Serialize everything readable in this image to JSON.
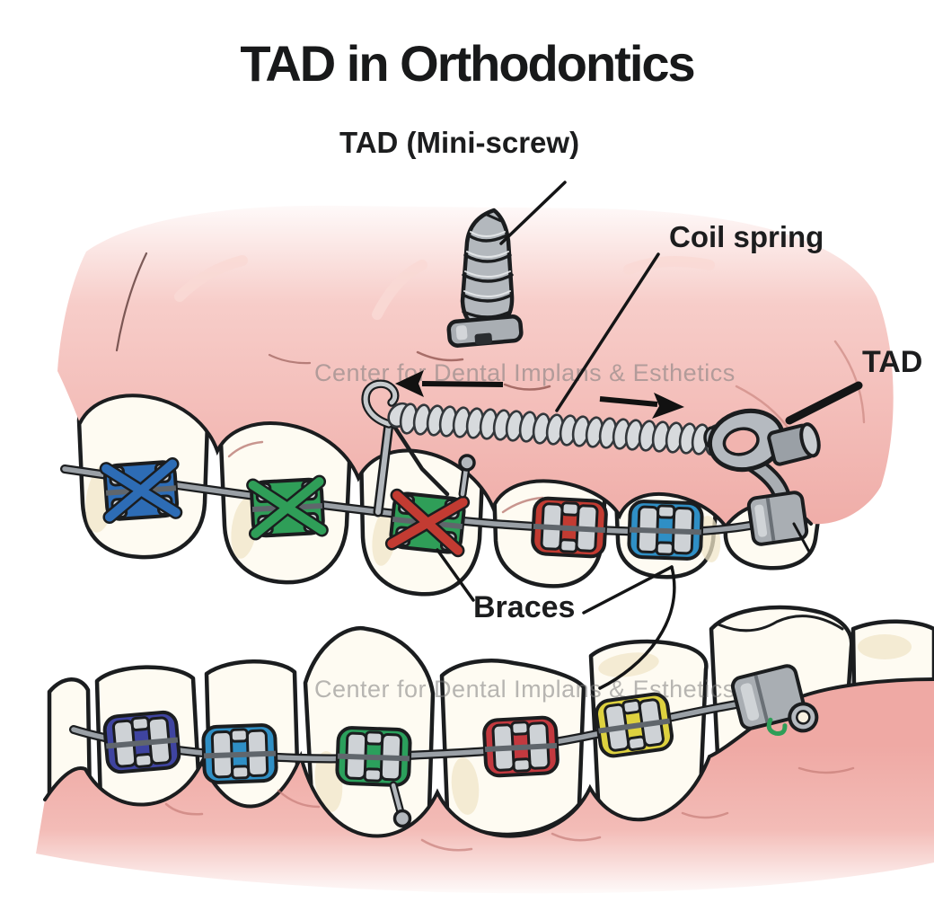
{
  "title": "TAD in Orthodontics",
  "labels": {
    "mini_screw": "TAD (Mini-screw)",
    "coil_spring": "Coil spring",
    "tad_right": "TAD",
    "braces": "Braces"
  },
  "watermark": {
    "text": "Center for Dental Implans & Esthetics"
  },
  "colors": {
    "gum_pink": "#f1b0ab",
    "gum_light": "#f7cdc9",
    "tooth_cream": "#fefbf2",
    "tooth_shade": "#f1e6c8",
    "outline": "#1b1d1f",
    "metal_gray": "#a9aeb3",
    "metal_light": "#d7dadd",
    "bracket_blue": "#2d6cb5",
    "bracket_green": "#2f9e58",
    "bracket_red": "#c23b32",
    "bracket_light_blue": "#2f8fc5",
    "bracket_navy": "#3f44a0",
    "bracket_yellow": "#ddd13f",
    "watermark_gray": "#7c7c7c",
    "arrow_black": "#111111"
  }
}
